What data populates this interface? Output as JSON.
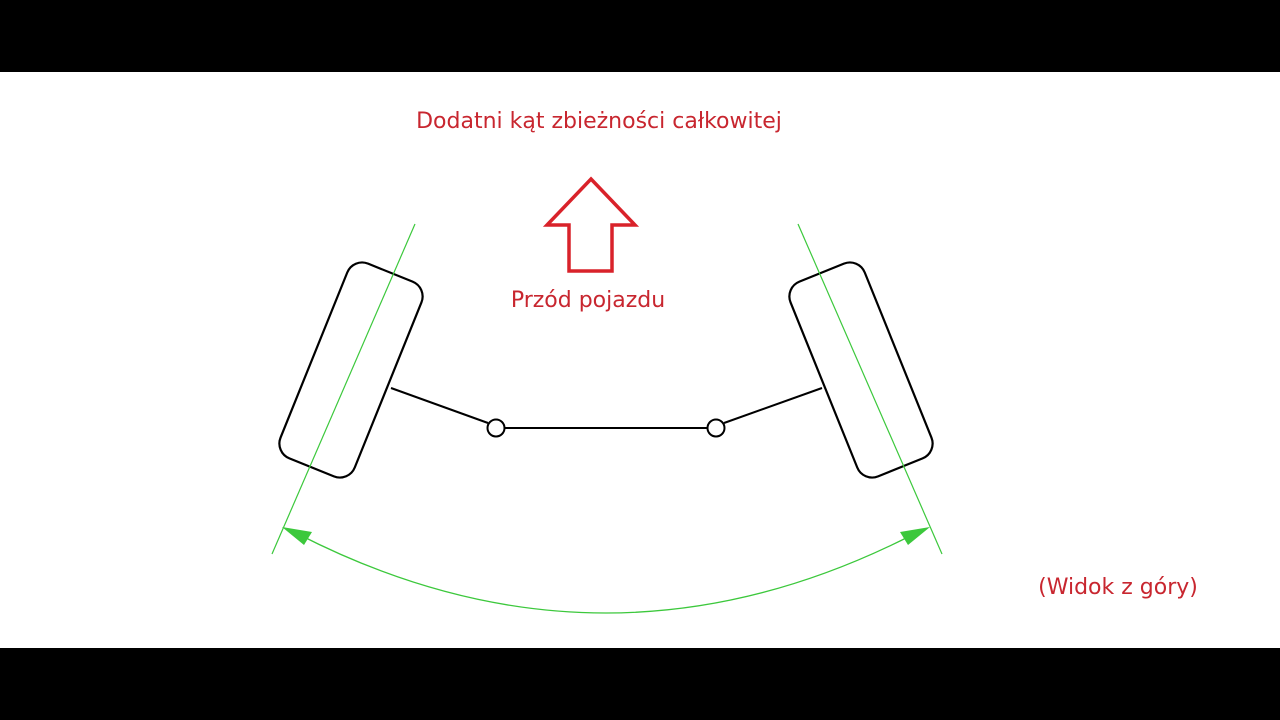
{
  "title": "Dodatni kąt zbieżności całkowitej",
  "front_label": "Przód pojazdu",
  "view_label": "(Widok z góry)",
  "colors": {
    "label_red": "#c8262f",
    "arrow_red": "#d9222a",
    "guide_green": "#3cc83c",
    "outline_black": "#000000",
    "background": "#ffffff",
    "letterbox": "#000000"
  },
  "icons": {
    "front_arrow": "up-arrow-icon"
  }
}
